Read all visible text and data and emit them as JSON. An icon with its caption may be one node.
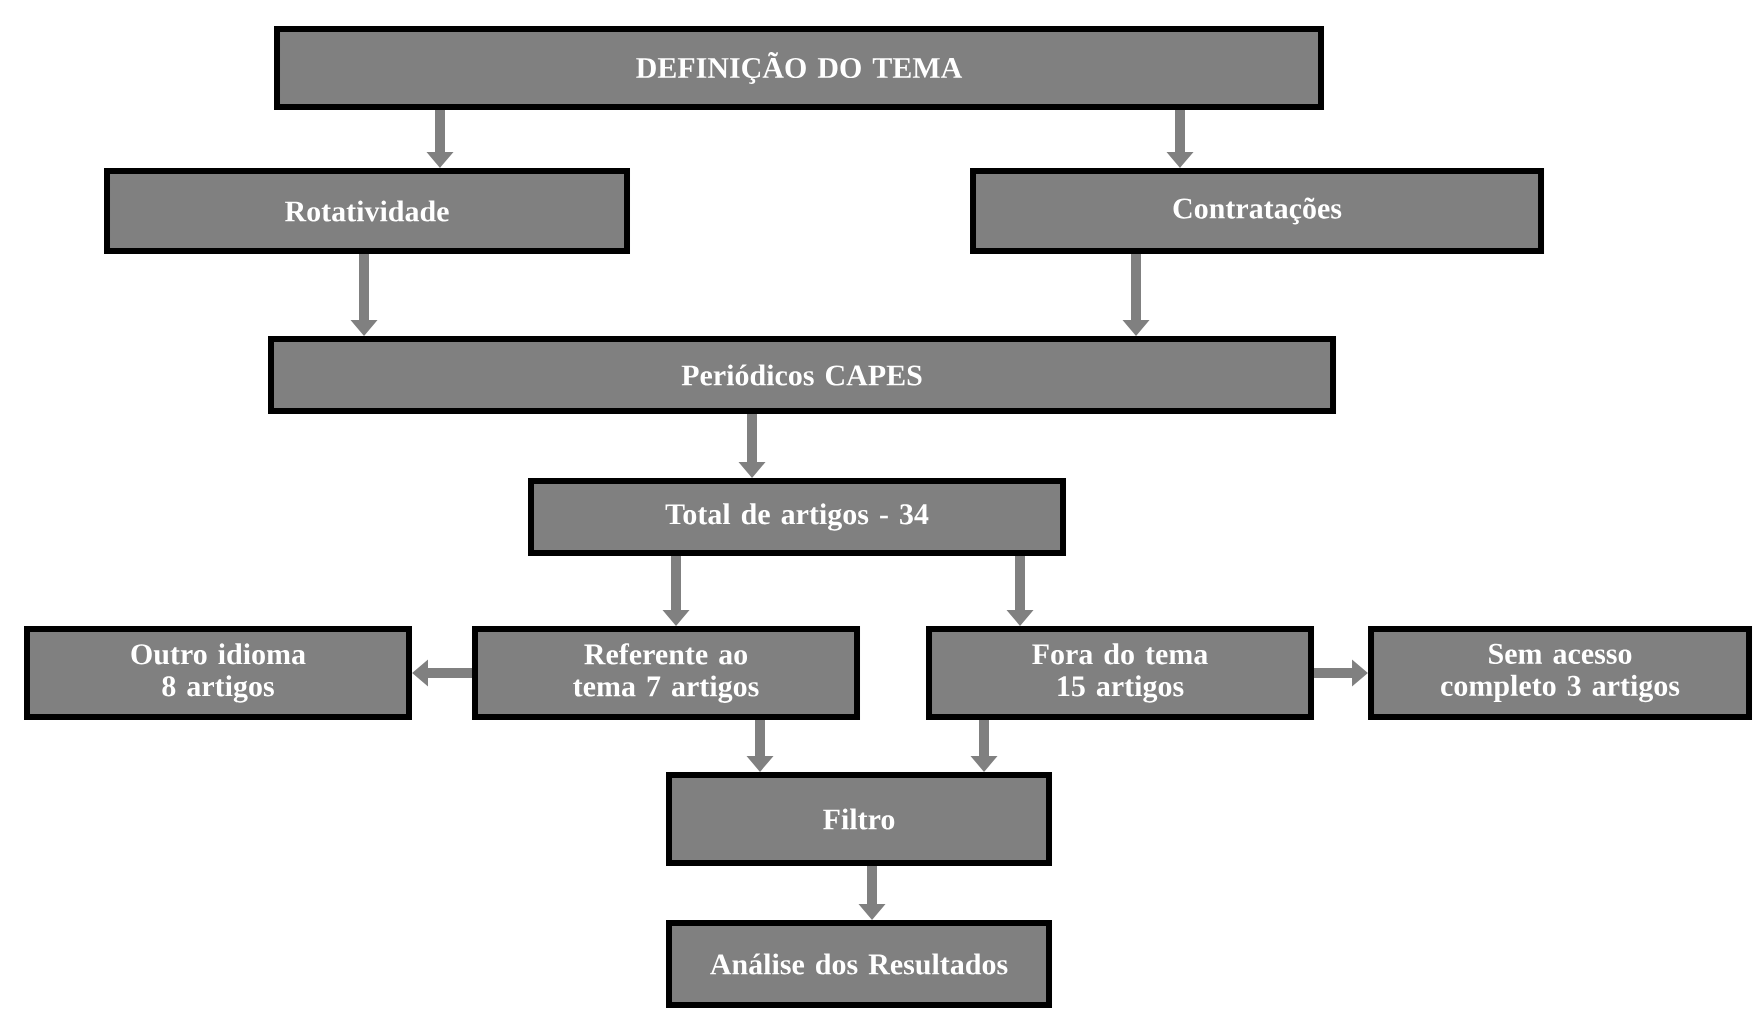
{
  "diagram": {
    "nodes": [
      {
        "text": [
          "DEFINIÇÃO DO TEMA"
        ]
      },
      {
        "text": [
          "Rotatividade"
        ]
      },
      {
        "text": [
          "Contratações"
        ]
      },
      {
        "text": [
          "Periódicos CAPES"
        ]
      },
      {
        "text": [
          "Total de artigos - 34"
        ]
      },
      {
        "text": [
          "Outro idioma 8 artigos"
        ]
      },
      {
        "text": [
          "Referente ao tema 7 artigos"
        ]
      },
      {
        "text": [
          "Fora do tema 15 artigos"
        ]
      },
      {
        "text": [
          "Sem acesso completo 3 artigos"
        ]
      },
      {
        "text": [
          "Filtro"
        ]
      },
      {
        "text": [
          "Análise dos Resultados"
        ]
      }
    ],
    "edges": [
      {
        "from": 0,
        "to": 1,
        "arrow": "to"
      },
      {
        "from": 0,
        "to": 2,
        "arrow": "to"
      },
      {
        "from": 1,
        "to": 3,
        "arrow": "to"
      },
      {
        "from": 2,
        "to": 3,
        "arrow": "to"
      },
      {
        "from": 3,
        "to": 4,
        "arrow": "to"
      },
      {
        "from": 4,
        "to": 6,
        "arrow": "to"
      },
      {
        "from": 4,
        "to": 7,
        "arrow": "to"
      },
      {
        "from": 6,
        "to": 5,
        "arrow": "to"
      },
      {
        "from": 7,
        "to": 8,
        "arrow": "to"
      },
      {
        "from": 6,
        "to": 9,
        "arrow": "to"
      },
      {
        "from": 7,
        "to": 9,
        "arrow": "to"
      },
      {
        "from": 9,
        "to": 10,
        "arrow": "to"
      }
    ]
  }
}
